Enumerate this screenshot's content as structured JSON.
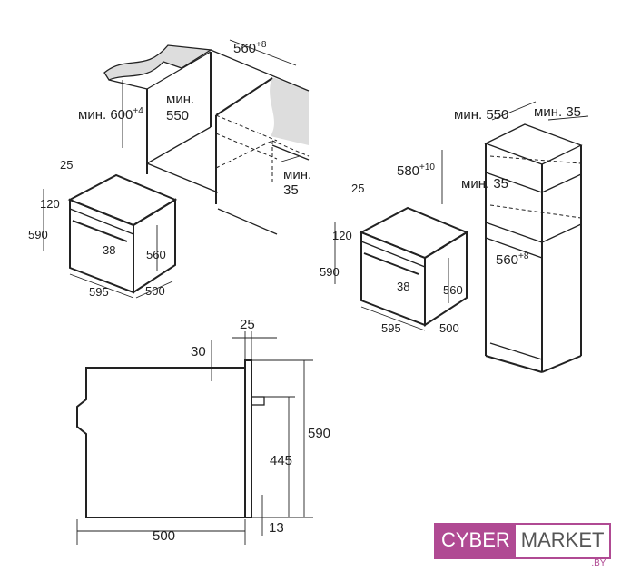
{
  "diagram": {
    "top_left": {
      "niche_width": "560",
      "niche_width_tol": "+8",
      "niche_height_prefix": "мин.",
      "niche_height": "600",
      "niche_height_tol": "+4",
      "depth_prefix": "мин.",
      "depth": "550",
      "gap_prefix": "мин.",
      "gap": "35",
      "oven_25": "25",
      "oven_120": "120",
      "oven_590": "590",
      "oven_38": "38",
      "oven_560": "560",
      "oven_595": "595",
      "oven_500": "500"
    },
    "top_right": {
      "depth_prefix": "мин.",
      "depth": "550",
      "back_gap_prefix": "мин.",
      "back_gap": "35",
      "niche_height": "580",
      "niche_height_tol": "+10",
      "shelf_gap_prefix": "мин.",
      "shelf_gap": "35",
      "niche_width": "560",
      "niche_width_tol": "+8",
      "oven_25": "25",
      "oven_120": "120",
      "oven_590": "590",
      "oven_38": "38",
      "oven_560": "560",
      "oven_595": "595",
      "oven_500": "500"
    },
    "side_view": {
      "d25": "25",
      "d30": "30",
      "d590": "590",
      "d445": "445",
      "d500": "500",
      "d13": "13"
    }
  },
  "logo": {
    "part1": "CYBER",
    "part2": "MARKET",
    "suffix": ".BY",
    "color": "#b04a93"
  }
}
